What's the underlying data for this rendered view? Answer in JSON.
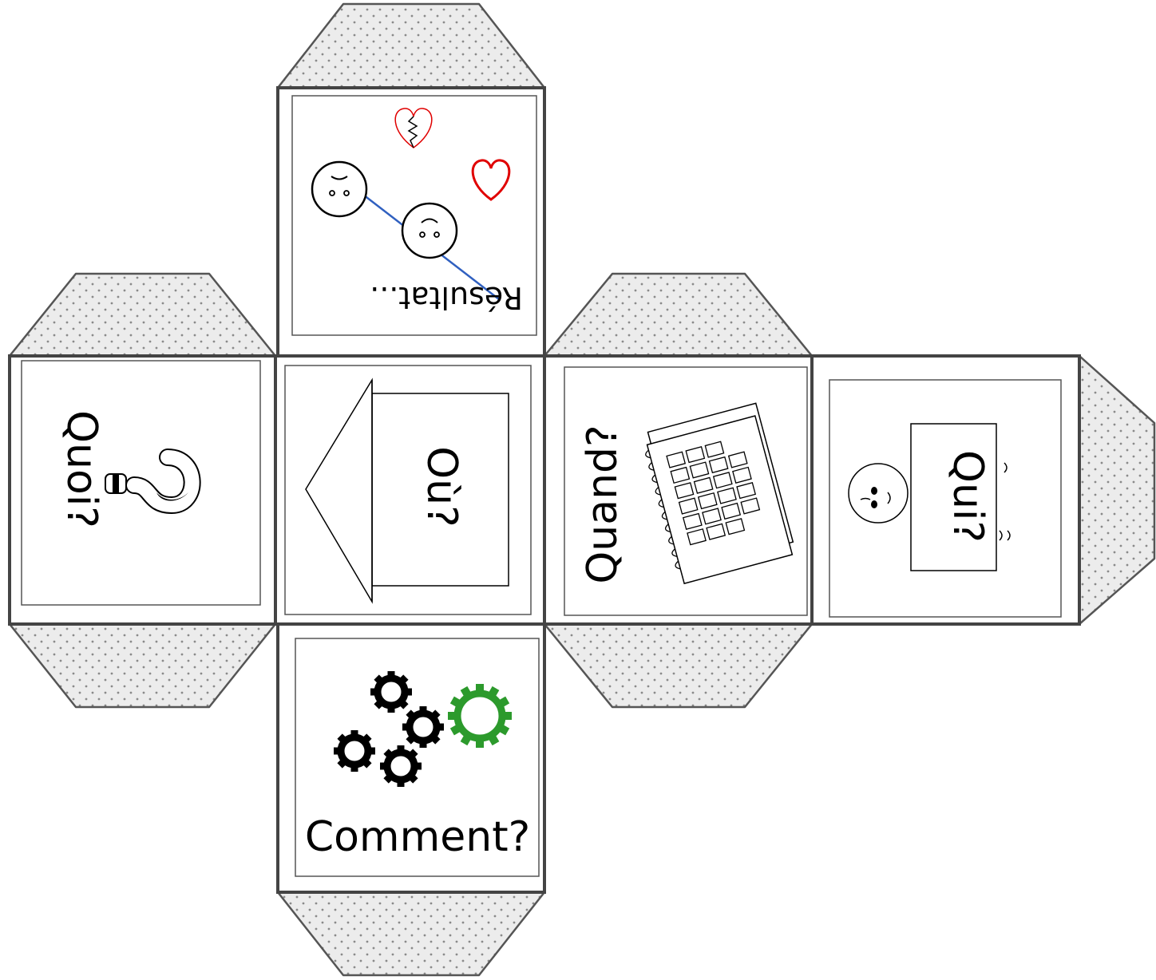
{
  "faces": {
    "resultat": {
      "label": "Résultat..."
    },
    "quoi": {
      "label": "Quoi?"
    },
    "ou": {
      "label": "Où?"
    },
    "quand": {
      "label": "Quand?"
    },
    "qui": {
      "label": "Qui?"
    },
    "comment": {
      "label": "Comment?"
    }
  },
  "colors": {
    "tab_fill": "#ececec",
    "tab_dot": "#8a8a8a",
    "heart": "#e00000",
    "divider": "#3060c0",
    "gear_dark": "#000000",
    "gear_green": "#2c9a2c"
  }
}
